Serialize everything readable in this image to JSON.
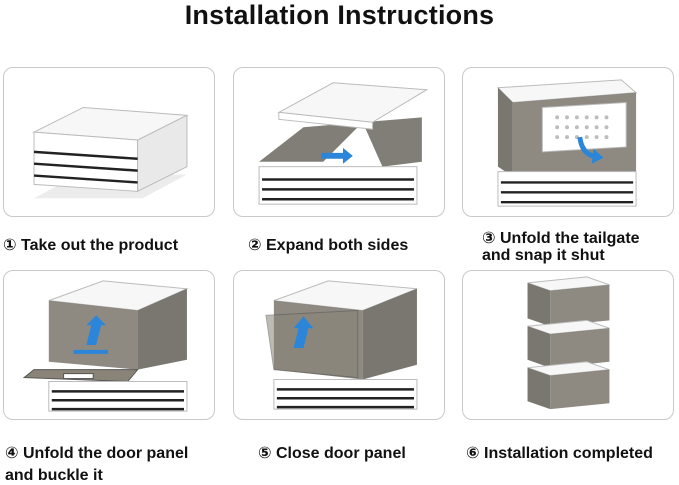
{
  "title": "Installation Instructions",
  "steps": [
    {
      "caption": "① Take out the product"
    },
    {
      "caption": "② Expand both sides"
    },
    {
      "caption_line1": "③ Unfold the tailgate",
      "caption_line2": "and snap it shut"
    },
    {
      "caption_line1": "④ Unfold the door panel",
      "caption_line2": "and buckle it"
    },
    {
      "caption": "⑤ Close door panel"
    },
    {
      "caption": "⑥ Installation completed"
    }
  ],
  "colors": {
    "panel_white": "#f4f4f4",
    "smoke_panel": "#6b6760",
    "arrow_blue": "#2b86d9",
    "card_border": "#c9c9c9"
  }
}
